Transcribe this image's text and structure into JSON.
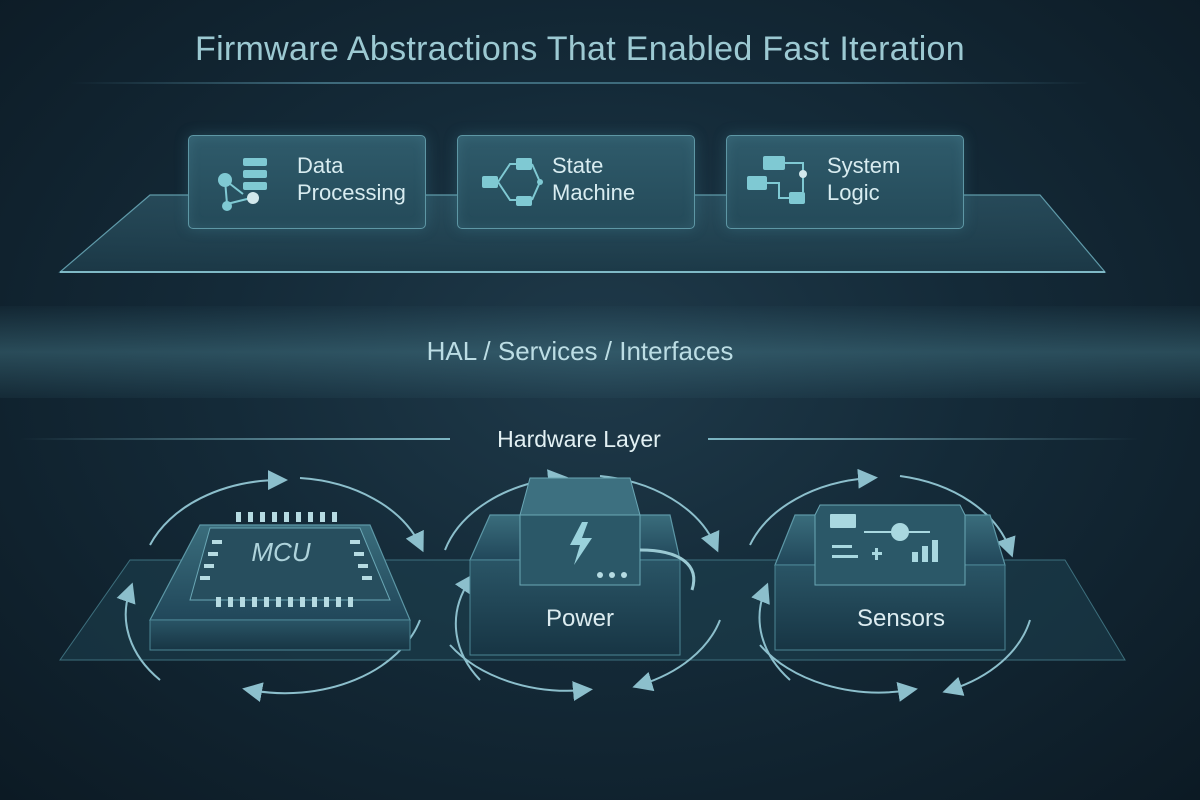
{
  "title": "Firmware Abstractions That Enabled Fast Iteration",
  "top_layer": {
    "cards": [
      {
        "label": "Data Processing",
        "icon": "data-processing-icon"
      },
      {
        "label": "State Machine",
        "icon": "state-machine-icon"
      },
      {
        "label": "System Logic",
        "icon": "system-logic-icon"
      }
    ]
  },
  "middle_layer": {
    "label": "HAL / Services / Interfaces"
  },
  "hardware_layer": {
    "label": "Hardware Layer",
    "chip_text": "MCU",
    "components": [
      {
        "label": "Power",
        "icon": "lightning-icon"
      },
      {
        "label": "Sensors",
        "icon": "sensor-panel-icon"
      }
    ]
  },
  "colors": {
    "background": "#142a38",
    "accent": "#5e97a5",
    "text": "#d8ecf0"
  }
}
